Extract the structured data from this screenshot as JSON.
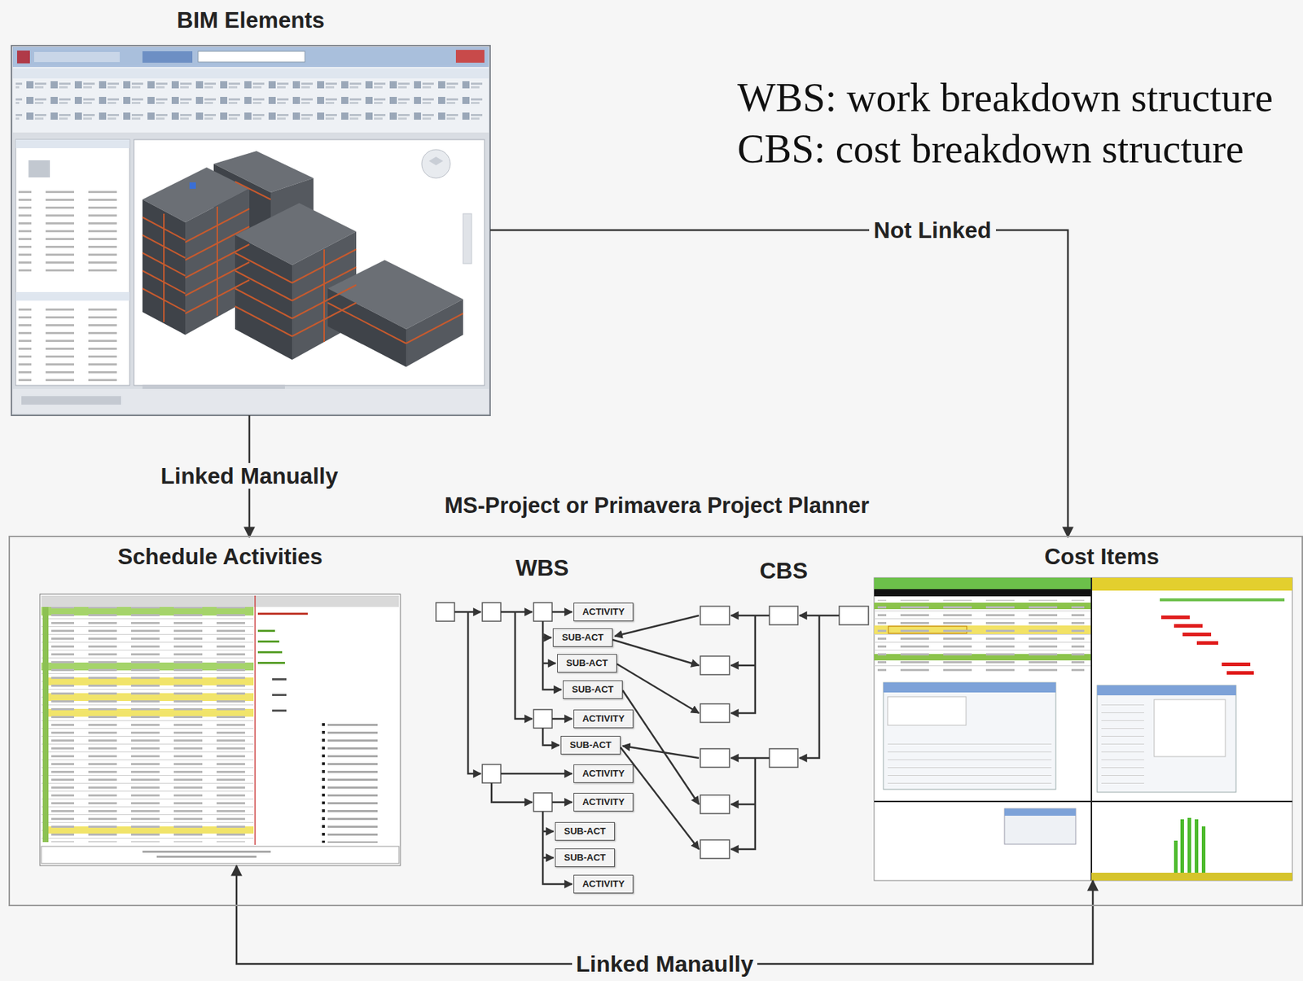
{
  "diagram": {
    "nodes": [
      {
        "text": [
          "BIM Elements"
        ]
      },
      {
        "text": [
          "MS-Project or Primavera Project Planner"
        ]
      },
      {
        "text": [
          "Schedule Activities"
        ],
        "in": 1
      },
      {
        "text": [
          "ACTIVITY"
        ],
        "in": 1
      },
      {
        "text": [
          "SUB-ACT"
        ],
        "in": 1
      },
      {
        "text": [
          "SUB-ACT"
        ],
        "in": 1
      },
      {
        "text": [
          "SUB-ACT"
        ],
        "in": 1
      },
      {
        "text": [
          "ACTIVITY"
        ],
        "in": 1
      },
      {
        "text": [
          "SUB-ACT"
        ],
        "in": 1
      },
      {
        "text": [
          "ACTIVITY"
        ],
        "in": 1
      },
      {
        "text": [
          "ACTIVITY"
        ],
        "in": 1
      },
      {
        "text": [
          "SUB-ACT"
        ],
        "in": 1
      },
      {
        "text": [
          "SUB-ACT"
        ],
        "in": 1
      },
      {
        "text": [
          "ACTIVITY"
        ],
        "in": 1
      },
      {
        "text": [
          "Cost Items"
        ],
        "in": 1
      }
    ],
    "edges": [
      {
        "from": 0,
        "to": 2,
        "label": "Linked Manually",
        "arrow": "to"
      },
      {
        "from": 0,
        "to": 14,
        "label": "Not Linked",
        "arrow": "to"
      },
      {
        "from": 2,
        "to": 14,
        "label": "Linked Manaully",
        "arrow": "both"
      }
    ],
    "labels": [
      "WBS: work breakdown structure",
      "CBS: cost breakdown structure",
      "WBS",
      "CBS"
    ]
  }
}
